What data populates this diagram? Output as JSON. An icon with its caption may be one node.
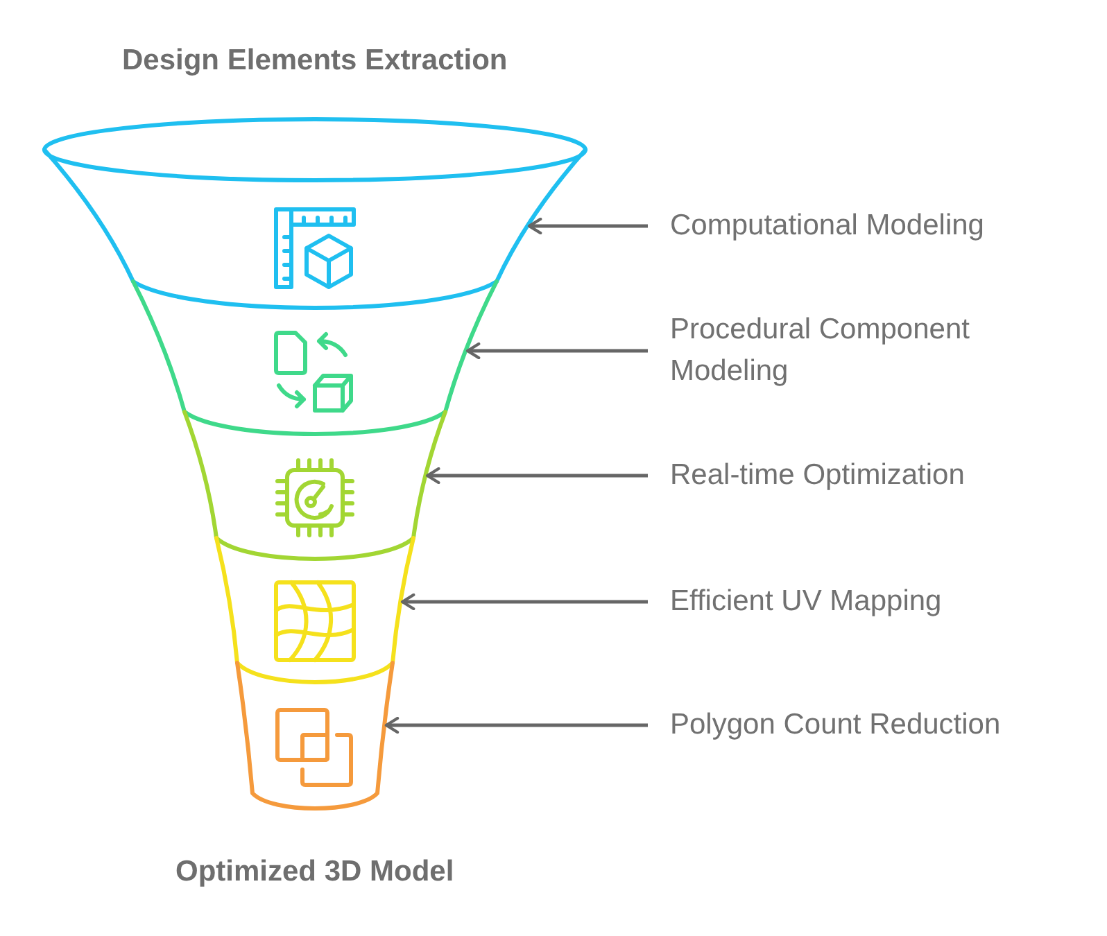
{
  "diagram": {
    "nodes": [
      {
        "text": [],
        "shape": "band"
      },
      {
        "text": [
          "Computational Modeling"
        ]
      },
      {
        "text": [],
        "shape": "band"
      },
      {
        "text": [
          "Procedural Component Modeling"
        ]
      },
      {
        "text": [],
        "shape": "band"
      },
      {
        "text": [
          "Real-time Optimization"
        ]
      },
      {
        "text": [],
        "shape": "band"
      },
      {
        "text": [
          "Efficient UV Mapping"
        ]
      },
      {
        "text": [],
        "shape": "band"
      },
      {
        "text": [
          "Polygon Count Reduction"
        ]
      }
    ],
    "edges": [
      {
        "from": 1,
        "to": 0,
        "arrow": "to"
      },
      {
        "from": 3,
        "to": 2,
        "arrow": "to"
      },
      {
        "from": 5,
        "to": 4,
        "arrow": "to"
      },
      {
        "from": 7,
        "to": 6,
        "arrow": "to"
      },
      {
        "from": 9,
        "to": 8,
        "arrow": "to"
      }
    ],
    "labels": [
      "Design Elements Extraction",
      "Optimized 3D Model"
    ]
  }
}
